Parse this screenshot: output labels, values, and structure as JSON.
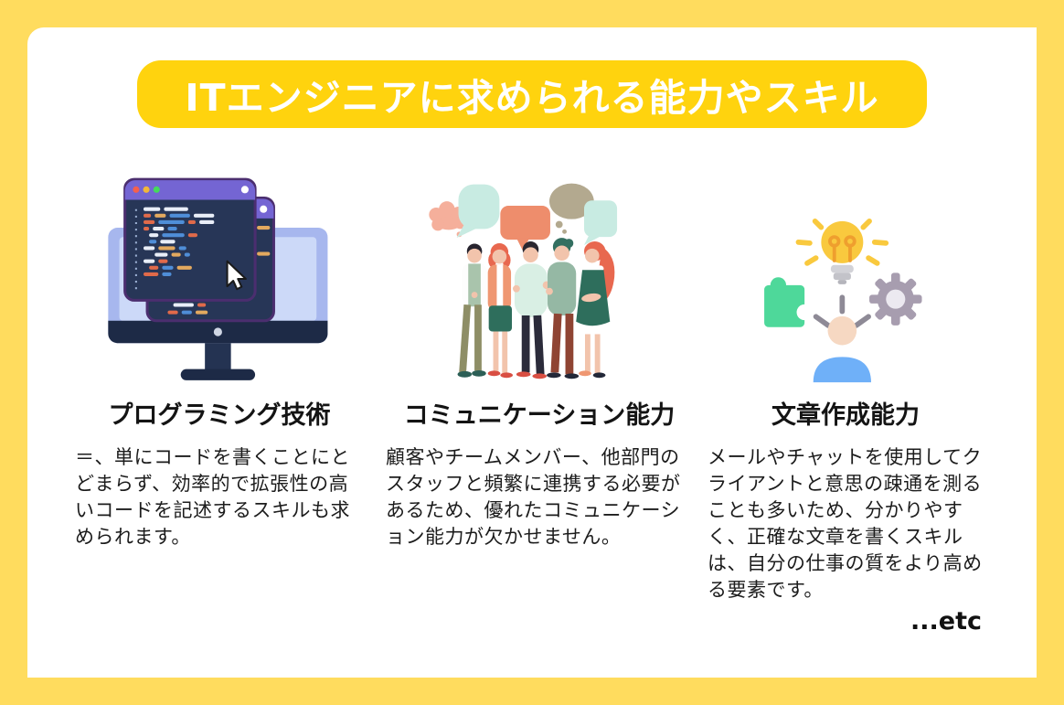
{
  "title": "ITエンジニアに求められる能力やスキル",
  "etc_label": "...etc",
  "colors": {
    "frame_border": "#FFDC5E",
    "banner_background": "#FFD30E",
    "banner_text": "#FFFFFF",
    "heading_text": "#141414",
    "body_text": "#1C1C1C",
    "card_background": "#FFFFFF"
  },
  "columns": [
    {
      "id": "programming",
      "illustration": "code-editor-monitor-illustration",
      "heading": "プログラミング技術",
      "body": "＝、単にコードを書くことにとどまらず、効率的で拡張性の高いコードを記述するスキルも求められます。"
    },
    {
      "id": "communication",
      "illustration": "team-talking-illustration",
      "heading": "コミュニケーション能力",
      "body": "顧客やチームメンバー、他部門のスタッフと頻繁に連携する必要があるため、優れたコミュニケーション能力が欠かせません。"
    },
    {
      "id": "writing",
      "illustration": "idea-lightbulb-gear-puzzle-illustration",
      "heading": "文章作成能力",
      "body": "メールやチャットを使用してクライアントと意思の疎通を測ることも多いため、分かりやすく、正確な文章を書くスキルは、自分の仕事の質をより高める要素です。"
    }
  ]
}
